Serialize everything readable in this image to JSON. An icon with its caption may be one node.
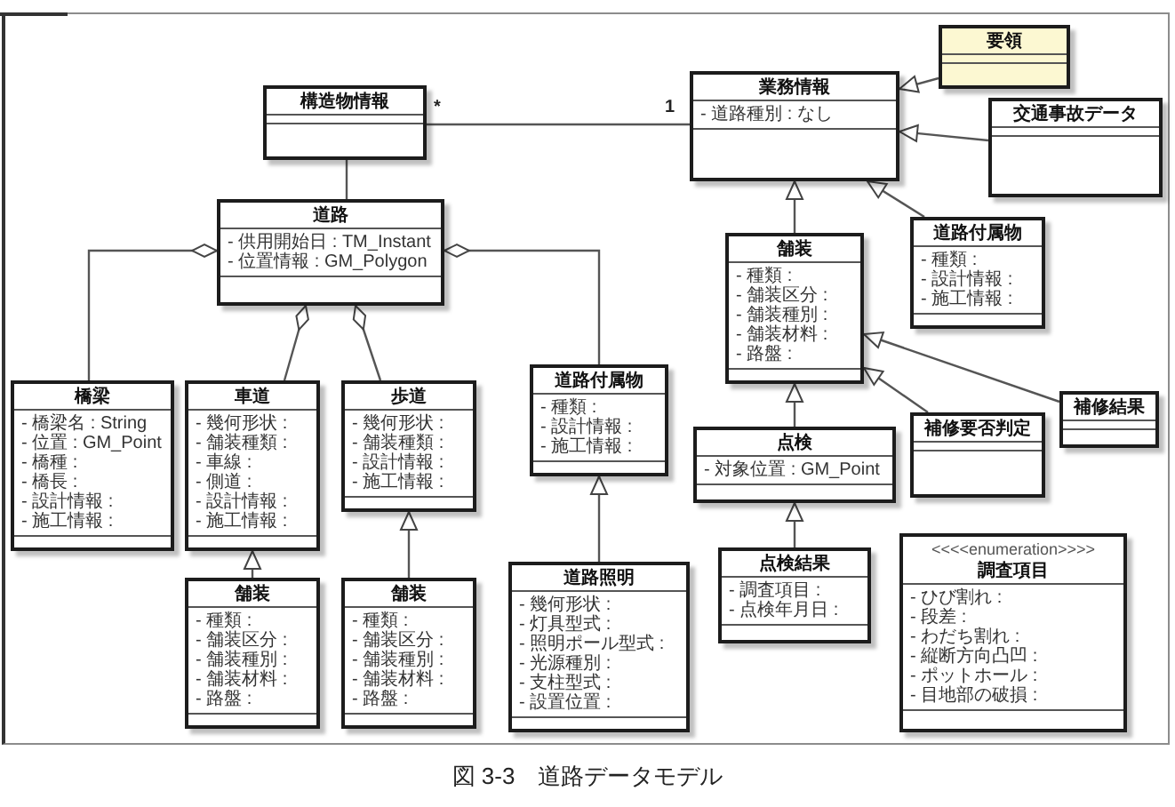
{
  "diagram": {
    "caption": "図 3-3　道路データモデル",
    "nodes": [
      {
        "text": [
          "構造物情報"
        ]
      },
      {
        "text": [
          "業務情報",
          "- 道路種別 : なし"
        ]
      },
      {
        "text": [
          "要領"
        ]
      },
      {
        "text": [
          "交通事故データ"
        ]
      },
      {
        "text": [
          "道路",
          "- 供用開始日 : TM_Instant",
          "- 位置情報 : GM_Polygon"
        ]
      },
      {
        "text": [
          "舗装",
          "- 種類 :",
          "- 舗装区分 :",
          "- 舗装種別 :",
          "- 舗装材料 :",
          "- 路盤 :"
        ]
      },
      {
        "text": [
          "道路付属物",
          "- 種類 :",
          "- 設計情報 :",
          "- 施工情報 :"
        ]
      },
      {
        "text": [
          "橋梁",
          "- 橋梁名 : String",
          "- 位置 : GM_Point",
          "- 橋種 :",
          "- 橋長 :",
          "- 設計情報 :",
          "- 施工情報 :"
        ]
      },
      {
        "text": [
          "車道",
          "- 幾何形状 :",
          "- 舗装種類 :",
          "- 車線 :",
          "- 側道 :",
          "- 設計情報 :",
          "- 施工情報 :"
        ]
      },
      {
        "text": [
          "歩道",
          "- 幾何形状 :",
          "- 舗装種類 :",
          "- 設計情報 :",
          "- 施工情報 :"
        ]
      },
      {
        "text": [
          "道路付属物",
          "- 種類 :",
          "- 設計情報 :",
          "- 施工情報 :"
        ]
      },
      {
        "text": [
          "点検",
          "- 対象位置 : GM_Point"
        ]
      },
      {
        "text": [
          "補修要否判定"
        ]
      },
      {
        "text": [
          "補修結果"
        ]
      },
      {
        "text": [
          "舗装",
          "- 種類 :",
          "- 舗装区分 :",
          "- 舗装種別 :",
          "- 舗装材料 :",
          "- 路盤 :"
        ]
      },
      {
        "text": [
          "舗装",
          "- 種類 :",
          "- 舗装区分 :",
          "- 舗装種別 :",
          "- 舗装材料 :",
          "- 路盤 :"
        ]
      },
      {
        "text": [
          "道路照明",
          "- 幾何形状 :",
          "- 灯具型式 :",
          "- 照明ポール型式 :",
          "- 光源種別 :",
          "- 支柱型式 :",
          "- 設置位置 :"
        ]
      },
      {
        "text": [
          "点検結果",
          "- 調査項目 :",
          "- 点検年月日 :"
        ]
      },
      {
        "text": [
          "<<<<enumeration>>>>",
          "調査項目",
          "- ひび割れ :",
          "- 段差 :",
          "- わだち割れ :",
          "- 縦断方向凸凹 :",
          "- ポットホール :",
          "- 目地部の破損 :"
        ]
      }
    ],
    "edges": [
      {
        "from": 0,
        "to": 1,
        "arrow": "none"
      },
      {
        "from": 0,
        "to": 4,
        "arrow": "none"
      },
      {
        "from": 2,
        "to": 1,
        "arrow": "to"
      },
      {
        "from": 3,
        "to": 1,
        "arrow": "to"
      },
      {
        "from": 5,
        "to": 1,
        "arrow": "to"
      },
      {
        "from": 6,
        "to": 1,
        "arrow": "to"
      },
      {
        "from": 4,
        "to": 7,
        "arrow": "other"
      },
      {
        "from": 4,
        "to": 8,
        "arrow": "other"
      },
      {
        "from": 4,
        "to": 9,
        "arrow": "other"
      },
      {
        "from": 4,
        "to": 10,
        "arrow": "other"
      },
      {
        "from": 13,
        "to": 5,
        "arrow": "to"
      },
      {
        "from": 12,
        "to": 5,
        "arrow": "to"
      },
      {
        "from": 11,
        "to": 5,
        "arrow": "to"
      },
      {
        "from": 17,
        "to": 11,
        "arrow": "to"
      },
      {
        "from": 14,
        "to": 8,
        "arrow": "to"
      },
      {
        "from": 15,
        "to": 9,
        "arrow": "to"
      },
      {
        "from": 16,
        "to": 10,
        "arrow": "to"
      }
    ],
    "labels": [
      "*",
      "1"
    ]
  }
}
